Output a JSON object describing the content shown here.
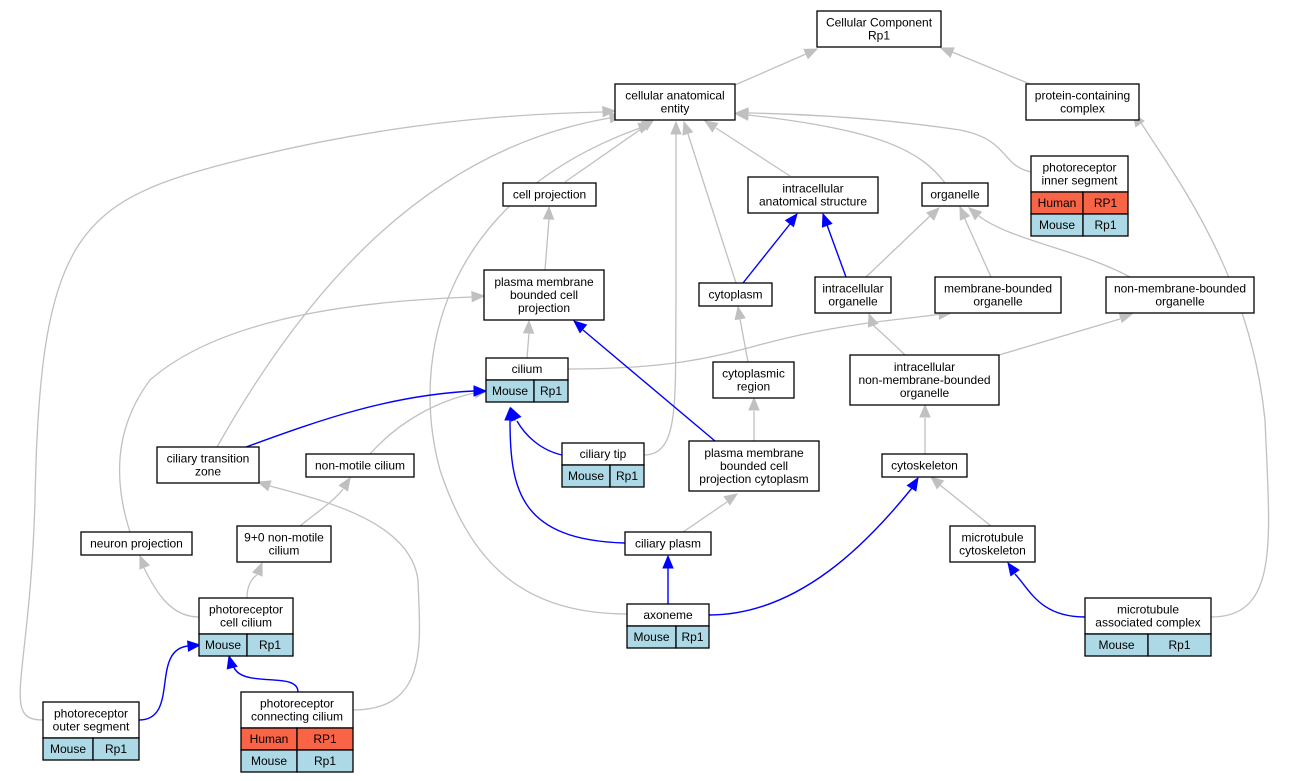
{
  "colors": {
    "human": "#fa6446",
    "mouse": "#add8e6",
    "is_a_edge": "#c0c0c0",
    "part_of_edge": "#0000ff"
  },
  "nodes": [
    {
      "id": "cc",
      "lines": [
        "Cellular Component",
        "Rp1"
      ]
    },
    {
      "id": "cae",
      "lines": [
        "cellular anatomical",
        "entity"
      ]
    },
    {
      "id": "pcc",
      "lines": [
        "protein-containing",
        "complex"
      ]
    },
    {
      "id": "pis",
      "lines": [
        "photoreceptor",
        "inner segment"
      ],
      "rows": [
        [
          "Human",
          "RP1"
        ],
        [
          "Mouse",
          "Rp1"
        ]
      ]
    },
    {
      "id": "cellproj",
      "lines": [
        "cell projection"
      ]
    },
    {
      "id": "ias",
      "lines": [
        "intracellular",
        "anatomical structure"
      ]
    },
    {
      "id": "organelle",
      "lines": [
        "organelle"
      ]
    },
    {
      "id": "pmbcp",
      "lines": [
        "plasma membrane",
        "bounded cell",
        "projection"
      ]
    },
    {
      "id": "cytoplasm",
      "lines": [
        "cytoplasm"
      ]
    },
    {
      "id": "intraorg",
      "lines": [
        "intracellular",
        "organelle"
      ]
    },
    {
      "id": "mbo",
      "lines": [
        "membrane-bounded",
        "organelle"
      ]
    },
    {
      "id": "nmbo",
      "lines": [
        "non-membrane-bounded",
        "organelle"
      ]
    },
    {
      "id": "cilium",
      "lines": [
        "cilium"
      ],
      "rows": [
        [
          "Mouse",
          "Rp1"
        ]
      ]
    },
    {
      "id": "cytoreg",
      "lines": [
        "cytoplasmic",
        "region"
      ]
    },
    {
      "id": "inmbo",
      "lines": [
        "intracellular",
        "non-membrane-bounded",
        "organelle"
      ]
    },
    {
      "id": "ctz",
      "lines": [
        "ciliary transition",
        "zone"
      ]
    },
    {
      "id": "nmc",
      "lines": [
        "non-motile cilium"
      ]
    },
    {
      "id": "ctip",
      "lines": [
        "ciliary tip"
      ],
      "rows": [
        [
          "Mouse",
          "Rp1"
        ]
      ]
    },
    {
      "id": "pmbcpc",
      "lines": [
        "plasma membrane",
        "bounded cell",
        "projection cytoplasm"
      ]
    },
    {
      "id": "cytosk",
      "lines": [
        "cytoskeleton"
      ]
    },
    {
      "id": "npj",
      "lines": [
        "neuron projection"
      ]
    },
    {
      "id": "nine0",
      "lines": [
        "9+0 non-motile",
        "cilium"
      ]
    },
    {
      "id": "cplasm",
      "lines": [
        "ciliary plasm"
      ]
    },
    {
      "id": "mtcs",
      "lines": [
        "microtubule",
        "cytoskeleton"
      ]
    },
    {
      "id": "pcilium",
      "lines": [
        "photoreceptor",
        "cell cilium"
      ],
      "rows": [
        [
          "Mouse",
          "Rp1"
        ]
      ]
    },
    {
      "id": "axoneme",
      "lines": [
        "axoneme"
      ],
      "rows": [
        [
          "Mouse",
          "Rp1"
        ]
      ]
    },
    {
      "id": "mtac",
      "lines": [
        "microtubule",
        "associated complex"
      ],
      "rows": [
        [
          "Mouse",
          "Rp1"
        ]
      ]
    },
    {
      "id": "pos",
      "lines": [
        "photoreceptor",
        "outer segment"
      ],
      "rows": [
        [
          "Mouse",
          "Rp1"
        ]
      ]
    },
    {
      "id": "pconn",
      "lines": [
        "photoreceptor",
        "connecting cilium"
      ],
      "rows": [
        [
          "Human",
          "RP1"
        ],
        [
          "Mouse",
          "Rp1"
        ]
      ]
    }
  ]
}
